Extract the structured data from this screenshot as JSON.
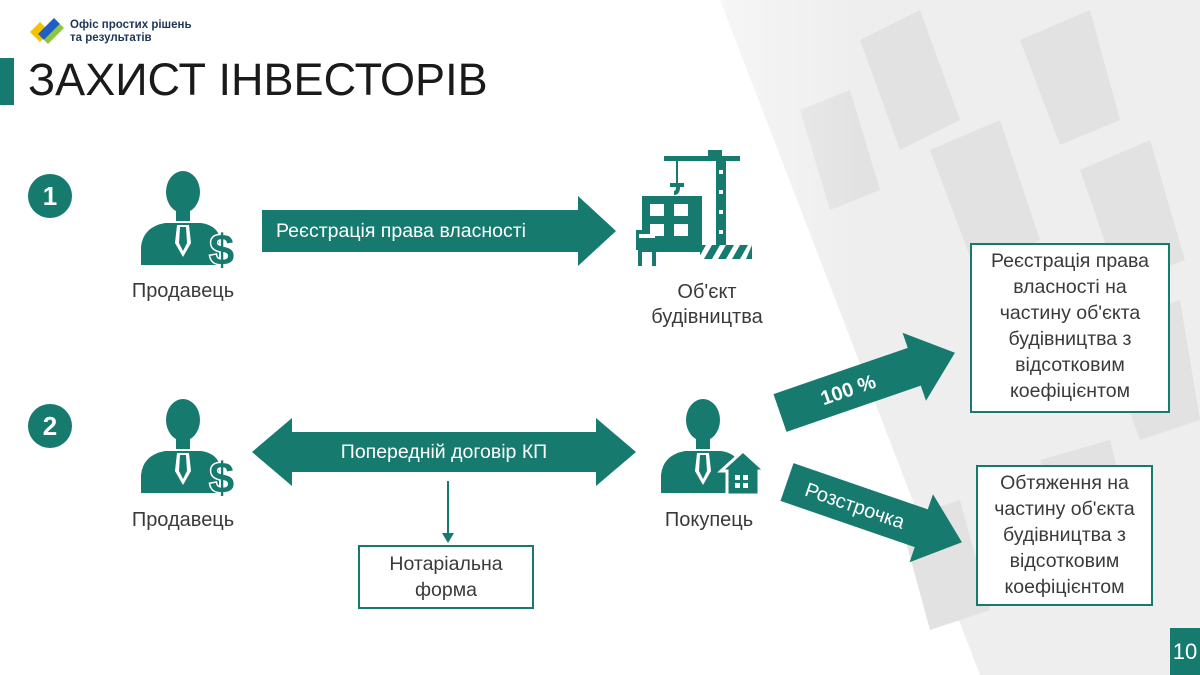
{
  "header": {
    "org_name_line1": "Офіс простих рішень",
    "org_name_line2": "та результатів",
    "title": "ЗАХИСТ ІНВЕСТОРІВ"
  },
  "steps": [
    {
      "number": "1"
    },
    {
      "number": "2"
    }
  ],
  "row1": {
    "seller_label": "Продавець",
    "arrow_label": "Реєстрація права власності",
    "object_label_line1": "Об'єкт",
    "object_label_line2": "будівництва"
  },
  "row2": {
    "seller_label": "Продавець",
    "arrow_label": "Попередній договір КП",
    "notary_line1": "Нотаріальна",
    "notary_line2": "форма",
    "buyer_label": "Покупець",
    "arrow_full_label": "100 %",
    "arrow_installment_label": "Розстрочка"
  },
  "outcome_full": [
    "Реєстрація права",
    "власності на",
    "частину об'єкта",
    "будівництва з",
    "відсотковим",
    "коефіцієнтом"
  ],
  "outcome_installment": [
    "Обтяження на",
    "частину об'єкта",
    "будівництва з",
    "відсотковим",
    "коефіцієнтом"
  ],
  "page_number": "10",
  "colors": {
    "accent": "#177a6f",
    "logo_blue": "#1f5fbf",
    "logo_yellow": "#f2c400",
    "logo_green": "#8dc63f"
  }
}
